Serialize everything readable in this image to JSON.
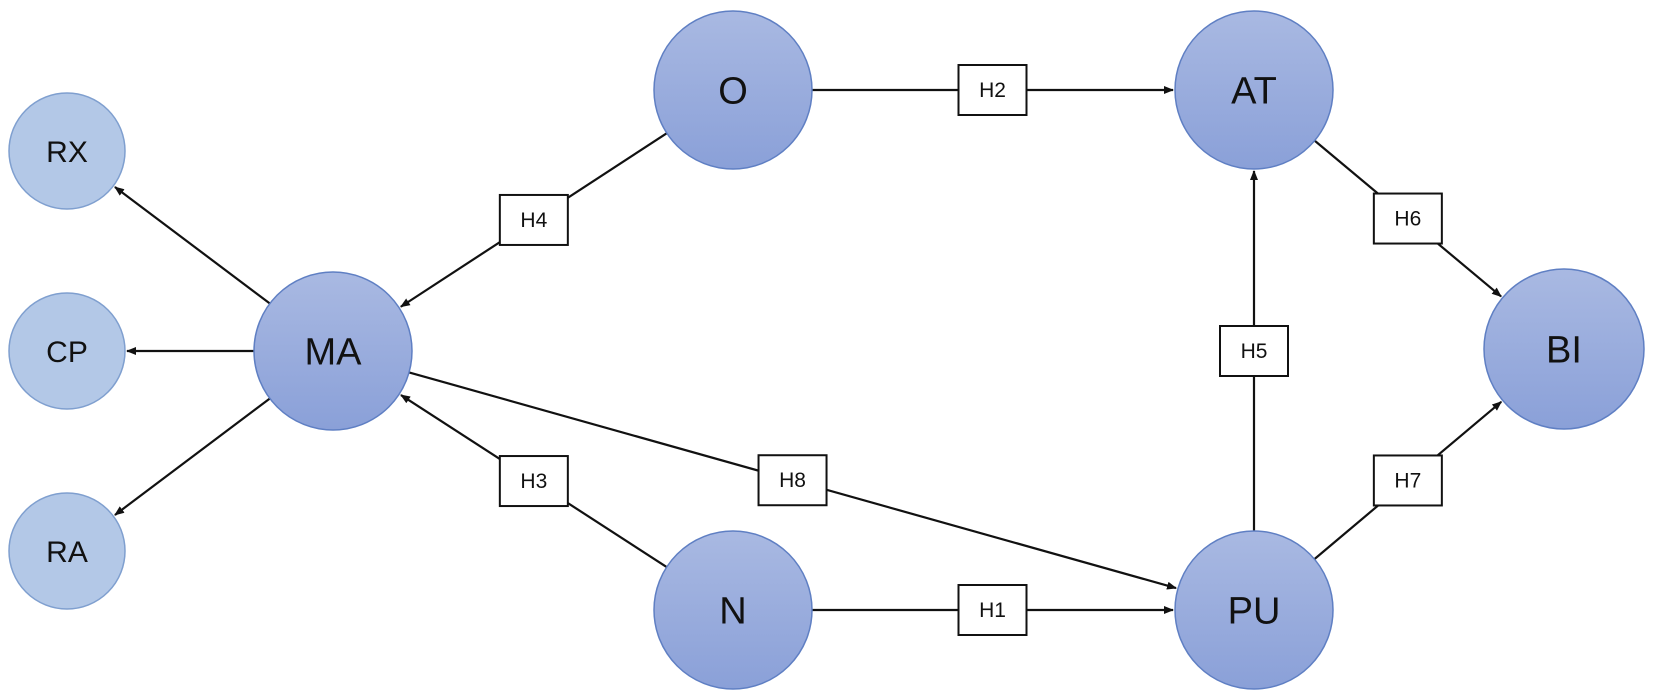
{
  "diagram": {
    "colors": {
      "main_node_fill_top": "#a9b9e2",
      "main_node_fill_bottom": "#8aa0d8",
      "main_node_stroke": "#5f7fc3",
      "indicator_node_fill": "#b3c8e7",
      "indicator_node_stroke": "#7f9fcf",
      "edge": "#111111",
      "label_box_fill": "#ffffff"
    },
    "nodes": [
      {
        "id": "O",
        "label": "O",
        "kind": "main"
      },
      {
        "id": "AT",
        "label": "AT",
        "kind": "main"
      },
      {
        "id": "MA",
        "label": "MA",
        "kind": "main"
      },
      {
        "id": "BI",
        "label": "BI",
        "kind": "main"
      },
      {
        "id": "N",
        "label": "N",
        "kind": "main"
      },
      {
        "id": "PU",
        "label": "PU",
        "kind": "main"
      },
      {
        "id": "RX",
        "label": "RX",
        "kind": "indicator"
      },
      {
        "id": "CP",
        "label": "CP",
        "kind": "indicator"
      },
      {
        "id": "RA",
        "label": "RA",
        "kind": "indicator"
      }
    ],
    "edges": [
      {
        "from": "O",
        "to": "AT",
        "label": "H2"
      },
      {
        "from": "O",
        "to": "MA",
        "label": "H4"
      },
      {
        "from": "AT",
        "to": "BI",
        "label": "H6"
      },
      {
        "from": "PU",
        "to": "AT",
        "label": "H5"
      },
      {
        "from": "MA",
        "to": "PU",
        "label": "H8"
      },
      {
        "from": "N",
        "to": "MA",
        "label": "H3"
      },
      {
        "from": "N",
        "to": "PU",
        "label": "H1"
      },
      {
        "from": "PU",
        "to": "BI",
        "label": "H7"
      },
      {
        "from": "MA",
        "to": "RX",
        "label": ""
      },
      {
        "from": "MA",
        "to": "CP",
        "label": ""
      },
      {
        "from": "MA",
        "to": "RA",
        "label": ""
      }
    ]
  }
}
